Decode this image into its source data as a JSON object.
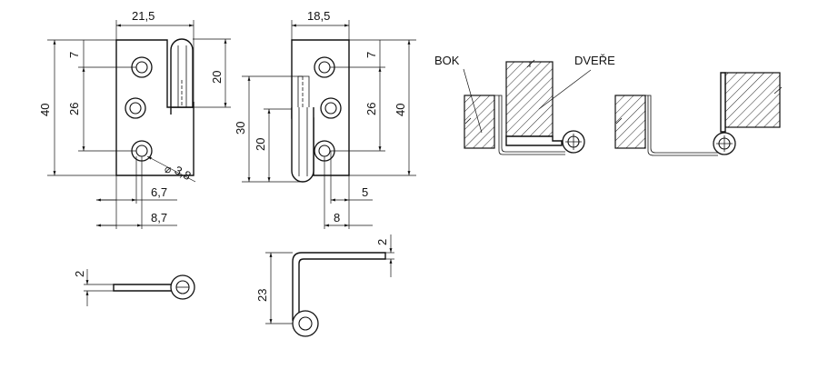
{
  "dimensions": {
    "left_hinge": {
      "width": "21,5",
      "height": "40",
      "hole_spacing": "26",
      "top_offset": "7",
      "pin_length": "20",
      "hole_diameter": "3,8",
      "offset_small": "6,7",
      "offset_large": "8,7"
    },
    "right_hinge": {
      "width": "18,5",
      "height": "40",
      "hole_spacing": "26",
      "top_offset": "7",
      "pin_total": "30",
      "pin_length": "20",
      "edge_offset": "5",
      "edge_offset_2": "8"
    },
    "flat_profile": {
      "thickness": "2"
    },
    "bent_profile": {
      "thickness": "2",
      "height": "23"
    }
  },
  "labels": {
    "side": "BOK",
    "door": "DVEŘE"
  },
  "icons": {
    "diameter_symbol": "⌀"
  }
}
